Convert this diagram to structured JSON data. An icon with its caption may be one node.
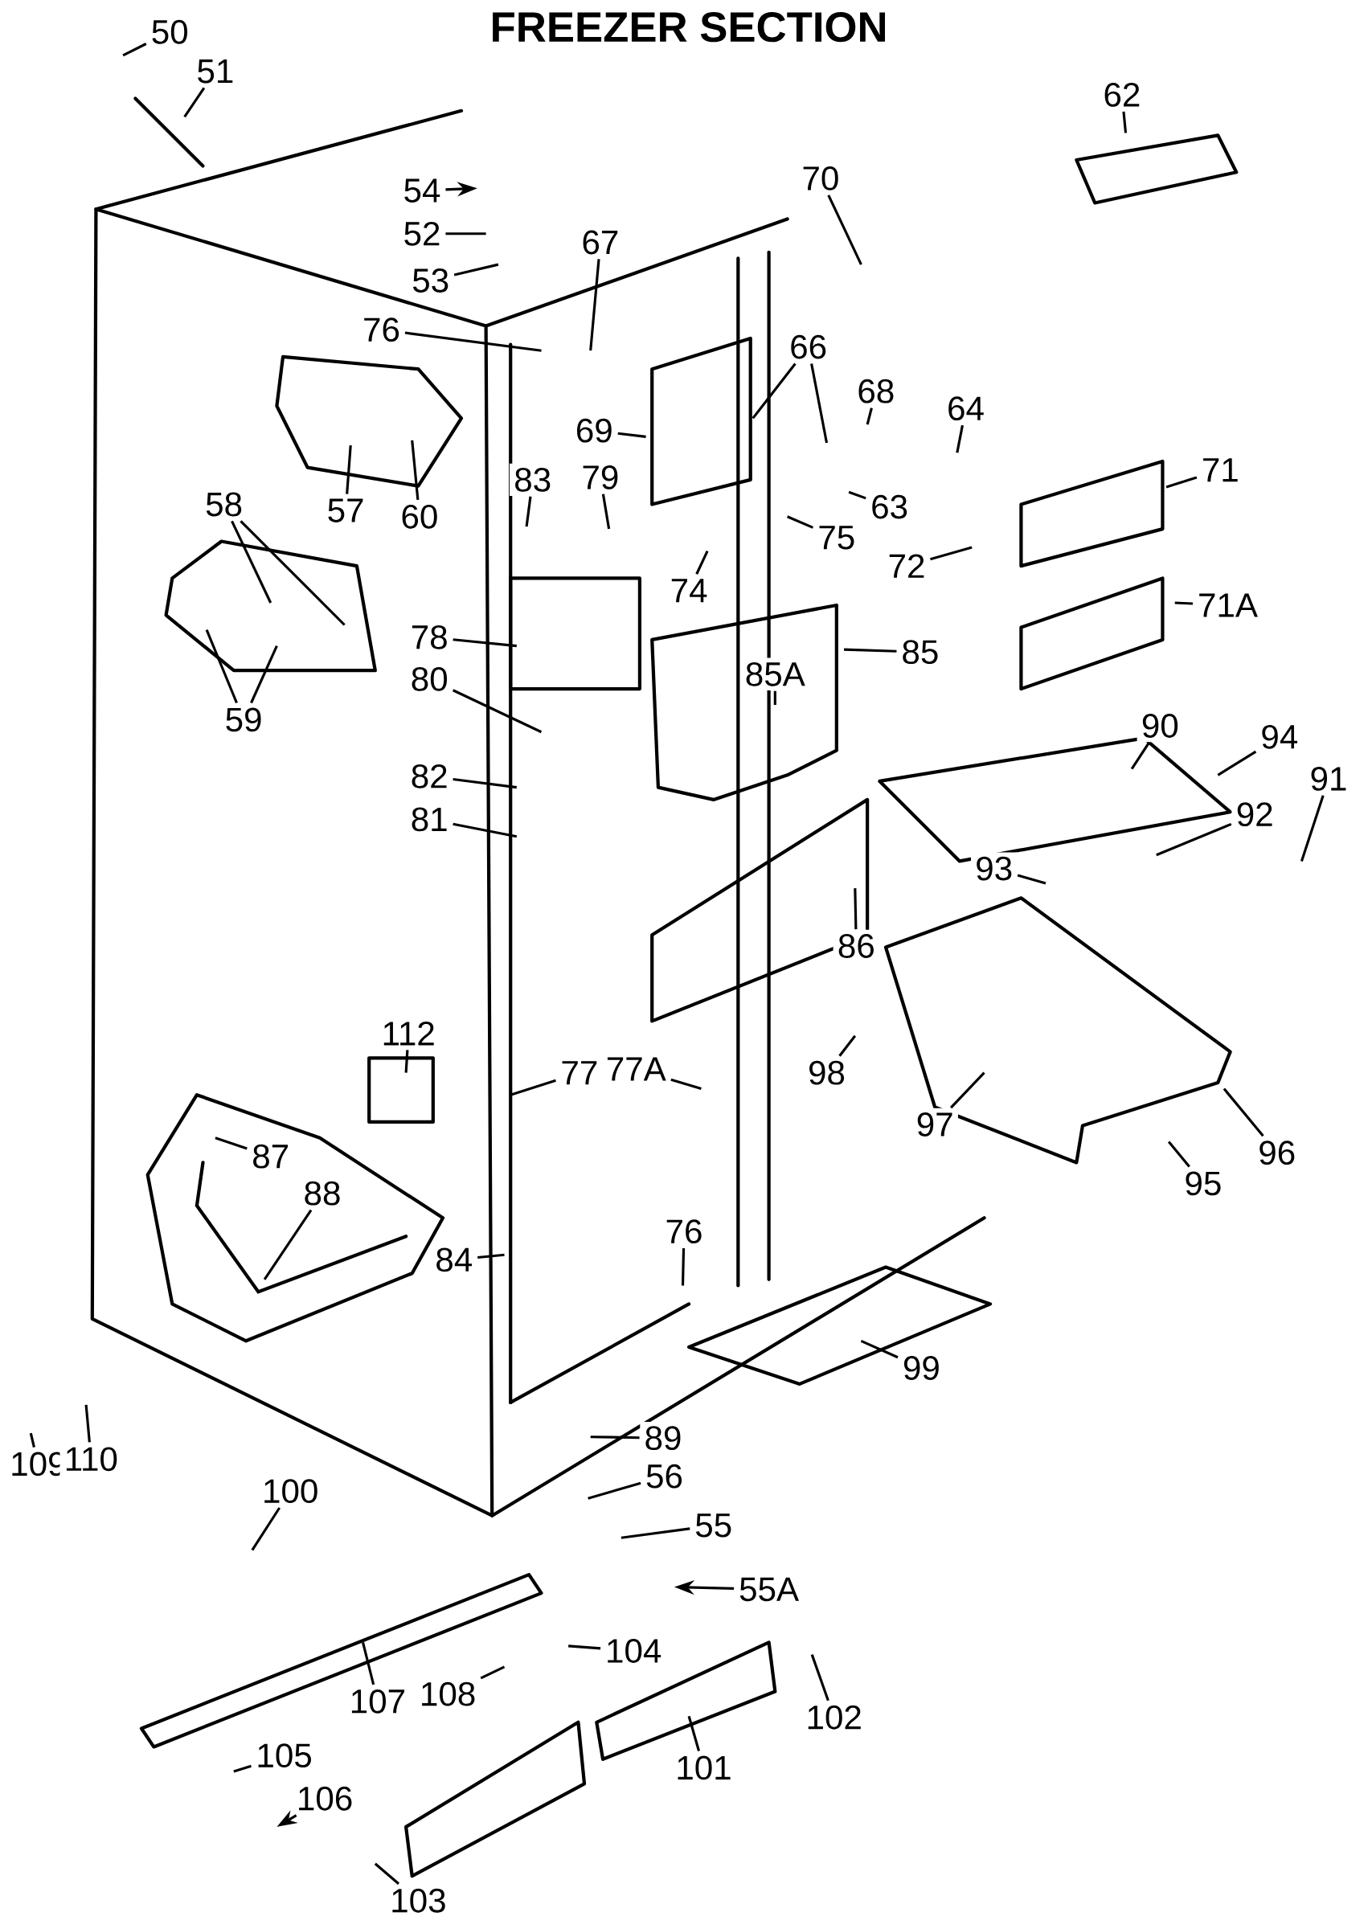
{
  "diagram": {
    "title": "FREEZER SECTION",
    "nodes": [
      {
        "text": [
          "50"
        ]
      },
      {
        "text": [
          "51"
        ]
      },
      {
        "text": [
          "62"
        ]
      },
      {
        "text": [
          "54"
        ]
      },
      {
        "text": [
          "70"
        ]
      },
      {
        "text": [
          "52"
        ]
      },
      {
        "text": [
          "67"
        ]
      },
      {
        "text": [
          "53"
        ]
      },
      {
        "text": [
          "76"
        ]
      },
      {
        "text": [
          "66"
        ]
      },
      {
        "text": [
          "68"
        ]
      },
      {
        "text": [
          "64"
        ]
      },
      {
        "text": [
          "69"
        ]
      },
      {
        "text": [
          "71"
        ]
      },
      {
        "text": [
          "57"
        ]
      },
      {
        "text": [
          "60"
        ]
      },
      {
        "text": [
          "83"
        ]
      },
      {
        "text": [
          "79"
        ]
      },
      {
        "text": [
          "63"
        ]
      },
      {
        "text": [
          "58"
        ]
      },
      {
        "text": [
          "75"
        ]
      },
      {
        "text": [
          "74"
        ]
      },
      {
        "text": [
          "72"
        ]
      },
      {
        "text": [
          "71A"
        ]
      },
      {
        "text": [
          "78"
        ]
      },
      {
        "text": [
          "85"
        ]
      },
      {
        "text": [
          "85A"
        ]
      },
      {
        "text": [
          "80"
        ]
      },
      {
        "text": [
          "59"
        ]
      },
      {
        "text": [
          "90"
        ]
      },
      {
        "text": [
          "94"
        ]
      },
      {
        "text": [
          "82"
        ]
      },
      {
        "text": [
          "91"
        ]
      },
      {
        "text": [
          "92"
        ]
      },
      {
        "text": [
          "81"
        ]
      },
      {
        "text": [
          "93"
        ]
      },
      {
        "text": [
          "86"
        ]
      },
      {
        "text": [
          "112"
        ]
      },
      {
        "text": [
          "98"
        ]
      },
      {
        "text": [
          "77A"
        ]
      },
      {
        "text": [
          "77"
        ]
      },
      {
        "text": [
          "97"
        ]
      },
      {
        "text": [
          "96"
        ]
      },
      {
        "text": [
          "87"
        ]
      },
      {
        "text": [
          "95"
        ]
      },
      {
        "text": [
          "88"
        ]
      },
      {
        "text": [
          "76"
        ]
      },
      {
        "text": [
          "84"
        ]
      },
      {
        "text": [
          "99"
        ]
      },
      {
        "text": [
          "89"
        ]
      },
      {
        "text": [
          "109"
        ]
      },
      {
        "text": [
          "110"
        ]
      },
      {
        "text": [
          "56"
        ]
      },
      {
        "text": [
          "100"
        ]
      },
      {
        "text": [
          "55"
        ]
      },
      {
        "text": [
          "55A"
        ]
      },
      {
        "text": [
          "104"
        ]
      },
      {
        "text": [
          "108"
        ]
      },
      {
        "text": [
          "107"
        ]
      },
      {
        "text": [
          "102"
        ]
      },
      {
        "text": [
          "105"
        ]
      },
      {
        "text": [
          "101"
        ]
      },
      {
        "text": [
          "106"
        ]
      },
      {
        "text": [
          "103"
        ]
      }
    ],
    "edges": [
      {
        "from": 0,
        "to": null,
        "arrow": "none"
      },
      {
        "from": 1,
        "to": null,
        "arrow": "none"
      },
      {
        "from": 2,
        "to": null,
        "arrow": "none"
      },
      {
        "from": 3,
        "to": null,
        "arrow": "to"
      },
      {
        "from": 4,
        "to": null,
        "arrow": "none"
      },
      {
        "from": 5,
        "to": null,
        "arrow": "none"
      },
      {
        "from": 6,
        "to": null,
        "arrow": "none"
      },
      {
        "from": 7,
        "to": null,
        "arrow": "none"
      },
      {
        "from": 8,
        "to": null,
        "arrow": "none"
      },
      {
        "from": 9,
        "to": null,
        "arrow": "none"
      },
      {
        "from": 9,
        "to": null,
        "arrow": "none"
      },
      {
        "from": 10,
        "to": null,
        "arrow": "none"
      },
      {
        "from": 11,
        "to": null,
        "arrow": "none"
      },
      {
        "from": 12,
        "to": null,
        "arrow": "none"
      },
      {
        "from": 13,
        "to": null,
        "arrow": "none"
      },
      {
        "from": 14,
        "to": null,
        "arrow": "none"
      },
      {
        "from": 15,
        "to": null,
        "arrow": "none"
      },
      {
        "from": 16,
        "to": null,
        "arrow": "none"
      },
      {
        "from": 17,
        "to": null,
        "arrow": "none"
      },
      {
        "from": 18,
        "to": null,
        "arrow": "none"
      },
      {
        "from": 19,
        "to": null,
        "arrow": "none"
      },
      {
        "from": 19,
        "to": null,
        "arrow": "none"
      },
      {
        "from": 20,
        "to": null,
        "arrow": "none"
      },
      {
        "from": 21,
        "to": null,
        "arrow": "none"
      },
      {
        "from": 22,
        "to": null,
        "arrow": "none"
      },
      {
        "from": 23,
        "to": null,
        "arrow": "none"
      },
      {
        "from": 24,
        "to": null,
        "arrow": "none"
      },
      {
        "from": 25,
        "to": null,
        "arrow": "none"
      },
      {
        "from": 26,
        "to": null,
        "arrow": "none"
      },
      {
        "from": 27,
        "to": null,
        "arrow": "none"
      },
      {
        "from": 28,
        "to": null,
        "arrow": "none"
      },
      {
        "from": 28,
        "to": null,
        "arrow": "none"
      },
      {
        "from": 29,
        "to": null,
        "arrow": "none"
      },
      {
        "from": 30,
        "to": null,
        "arrow": "none"
      },
      {
        "from": 31,
        "to": null,
        "arrow": "none"
      },
      {
        "from": 32,
        "to": null,
        "arrow": "none"
      },
      {
        "from": 33,
        "to": null,
        "arrow": "none"
      },
      {
        "from": 34,
        "to": null,
        "arrow": "none"
      },
      {
        "from": 35,
        "to": null,
        "arrow": "none"
      },
      {
        "from": 36,
        "to": null,
        "arrow": "none"
      },
      {
        "from": 37,
        "to": null,
        "arrow": "none"
      },
      {
        "from": 38,
        "to": null,
        "arrow": "none"
      },
      {
        "from": 39,
        "to": null,
        "arrow": "none"
      },
      {
        "from": 40,
        "to": null,
        "arrow": "none"
      },
      {
        "from": 41,
        "to": null,
        "arrow": "none"
      },
      {
        "from": 42,
        "to": null,
        "arrow": "none"
      },
      {
        "from": 43,
        "to": null,
        "arrow": "none"
      },
      {
        "from": 44,
        "to": null,
        "arrow": "none"
      },
      {
        "from": 45,
        "to": null,
        "arrow": "none"
      },
      {
        "from": 46,
        "to": null,
        "arrow": "none"
      },
      {
        "from": 47,
        "to": null,
        "arrow": "none"
      },
      {
        "from": 48,
        "to": null,
        "arrow": "none"
      },
      {
        "from": 49,
        "to": null,
        "arrow": "none"
      },
      {
        "from": 50,
        "to": null,
        "arrow": "none"
      },
      {
        "from": 51,
        "to": null,
        "arrow": "none"
      },
      {
        "from": 52,
        "to": null,
        "arrow": "none"
      },
      {
        "from": 53,
        "to": null,
        "arrow": "none"
      },
      {
        "from": 54,
        "to": null,
        "arrow": "none"
      },
      {
        "from": 55,
        "to": null,
        "arrow": "to"
      },
      {
        "from": 56,
        "to": null,
        "arrow": "none"
      },
      {
        "from": 57,
        "to": null,
        "arrow": "none"
      },
      {
        "from": 58,
        "to": null,
        "arrow": "none"
      },
      {
        "from": 59,
        "to": null,
        "arrow": "none"
      },
      {
        "from": 60,
        "to": null,
        "arrow": "none"
      },
      {
        "from": 61,
        "to": null,
        "arrow": "none"
      },
      {
        "from": 62,
        "to": null,
        "arrow": "to"
      },
      {
        "from": 63,
        "to": null,
        "arrow": "none"
      }
    ]
  }
}
